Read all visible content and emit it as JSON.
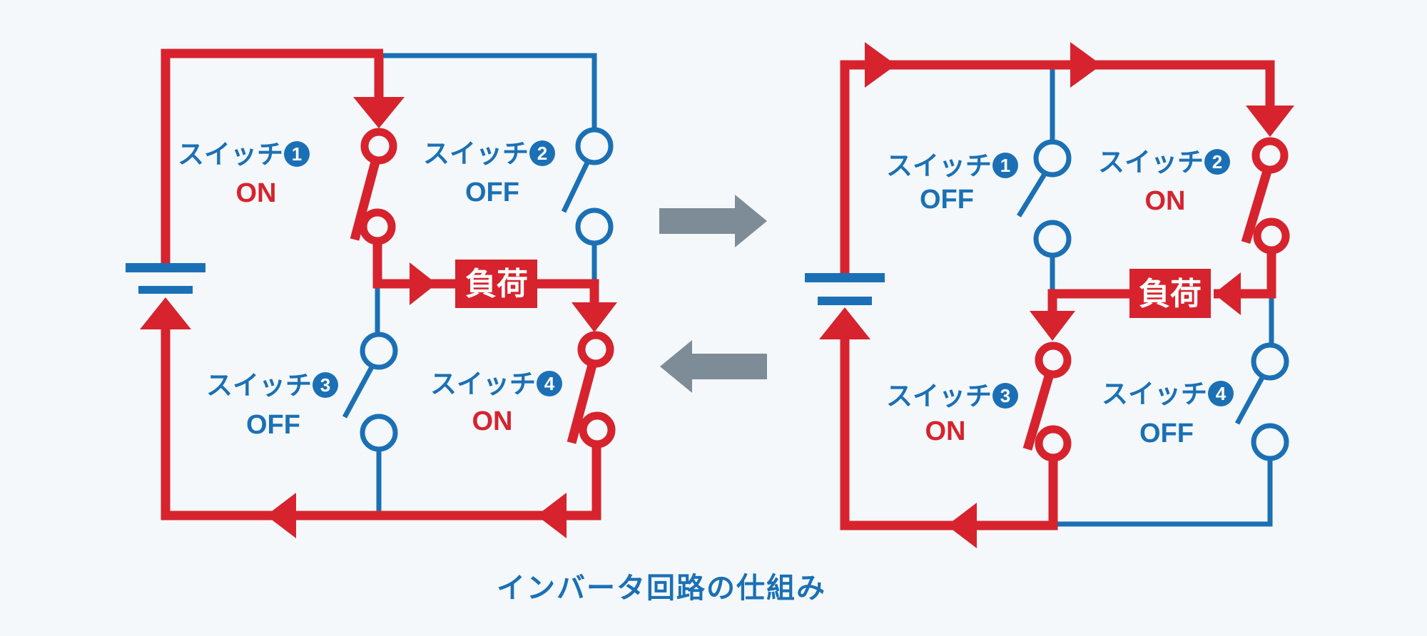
{
  "title": "インバータ回路の仕組み",
  "load_label": "負荷",
  "switch_word": "スイッチ",
  "colors": {
    "red": "#d7232d",
    "blue": "#1b70b5",
    "gray": "#7d8c97",
    "white": "#ffffff",
    "background": "#f4f8fb"
  },
  "left_circuit": {
    "switches": [
      {
        "number": "1",
        "state": "ON"
      },
      {
        "number": "2",
        "state": "OFF"
      },
      {
        "number": "3",
        "state": "OFF"
      },
      {
        "number": "4",
        "state": "ON"
      }
    ]
  },
  "right_circuit": {
    "switches": [
      {
        "number": "1",
        "state": "OFF"
      },
      {
        "number": "2",
        "state": "ON"
      },
      {
        "number": "3",
        "state": "ON"
      },
      {
        "number": "4",
        "state": "OFF"
      }
    ]
  }
}
